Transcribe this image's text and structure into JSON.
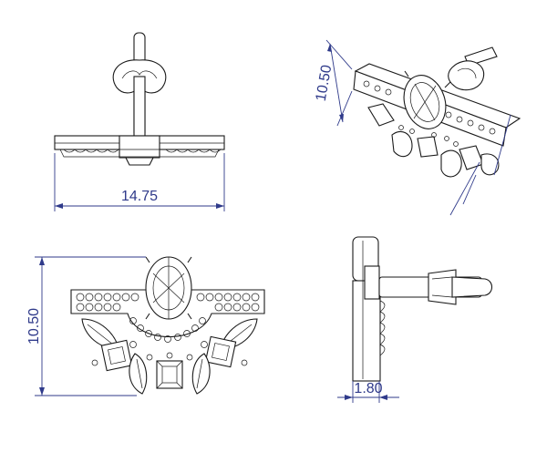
{
  "drawing": {
    "dimensions": {
      "front_width": "14.75",
      "iso_height": "10.50",
      "top_height": "10.50",
      "side_depth": "1.80"
    },
    "colors": {
      "line": "#1a1a1a",
      "dimension": "#2f3a8a",
      "background": "#ffffff"
    }
  }
}
